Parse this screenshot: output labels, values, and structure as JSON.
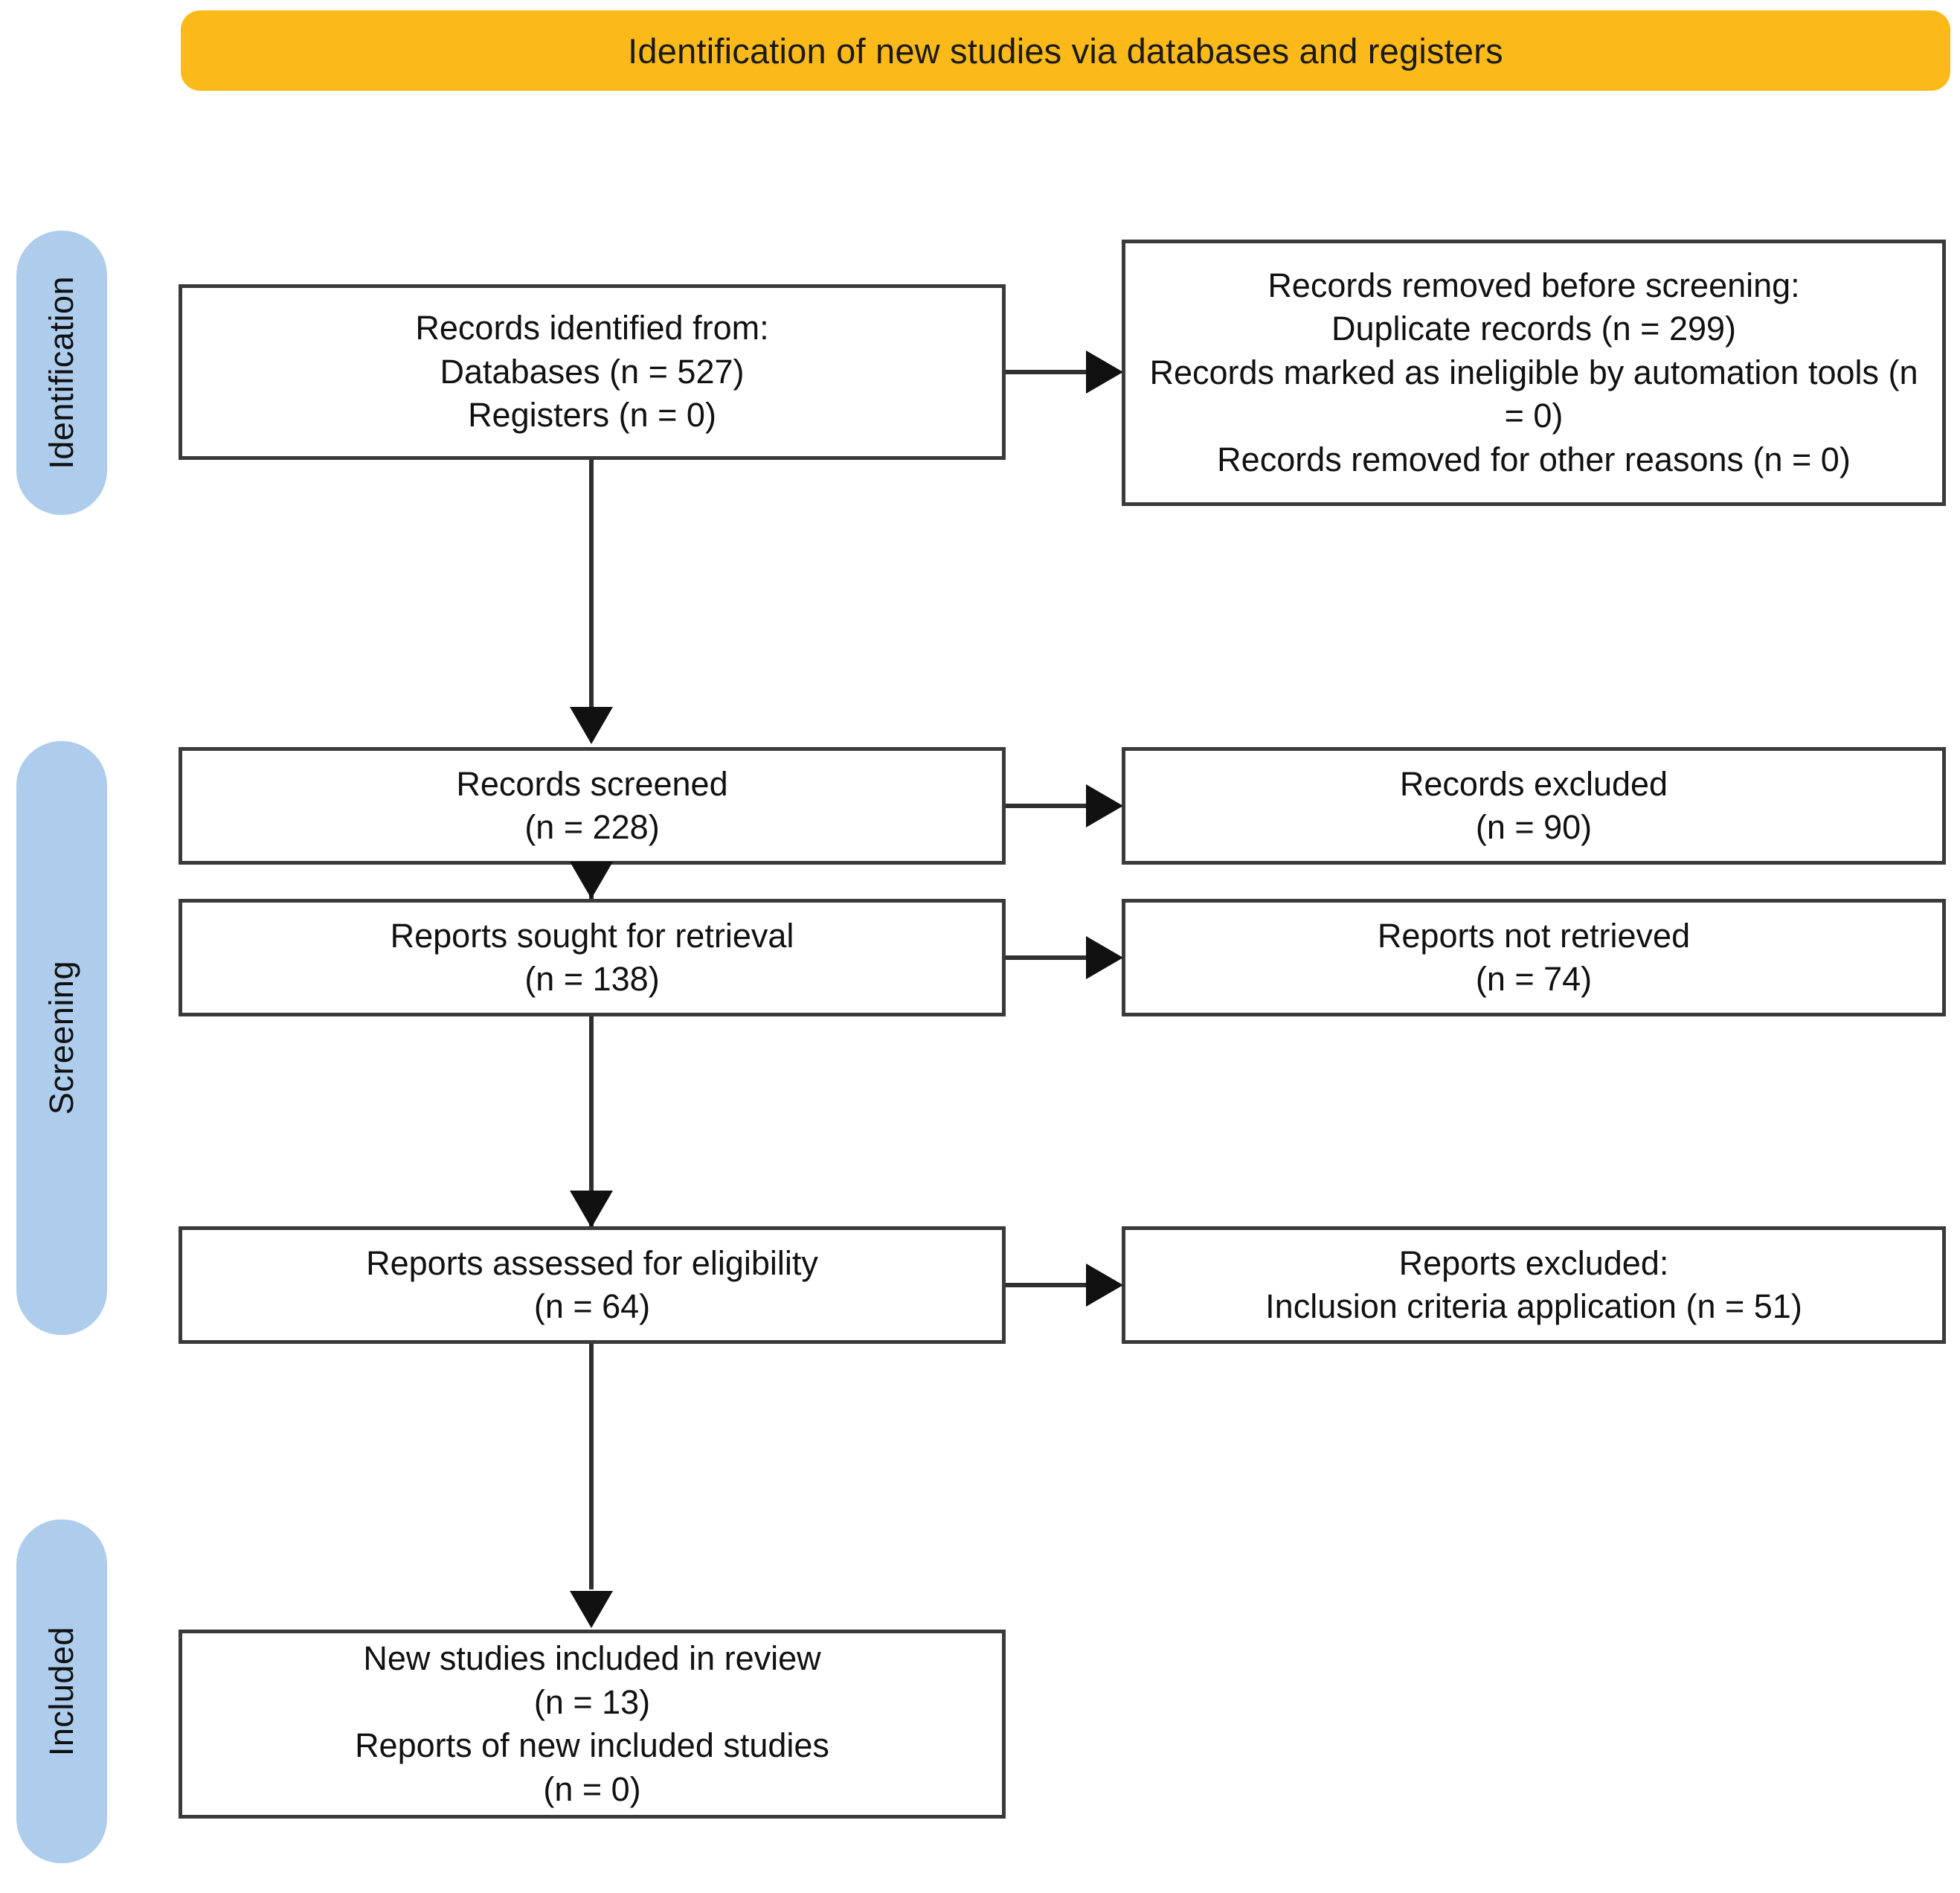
{
  "banner": {
    "title": "Identification of new studies via databases and registers",
    "color": "#FBBA1A"
  },
  "stages": {
    "color": "#AECDEC",
    "identification": "Identification",
    "screening": "Screening",
    "included": "Included"
  },
  "boxes": {
    "identified": {
      "line1": "Records identified from:",
      "line2": "Databases (n = 527)",
      "line3": "Registers (n = 0)"
    },
    "removed": {
      "line1": "Records removed before screening:",
      "line2": "Duplicate records (n = 299)",
      "line3": "Records marked as ineligible by automation tools (n = 0)",
      "line4": "Records removed for other reasons (n = 0)"
    },
    "screened": {
      "line1": "Records screened",
      "line2": "(n = 228)"
    },
    "records_excluded": {
      "line1": "Records excluded",
      "line2": "(n = 90)"
    },
    "sought": {
      "line1": "Reports sought for retrieval",
      "line2": "(n = 138)"
    },
    "not_retrieved": {
      "line1": "Reports not retrieved",
      "line2": "(n = 74)"
    },
    "assessed": {
      "line1": "Reports assessed for eligibility",
      "line2": "(n = 64)"
    },
    "reports_excluded": {
      "line1": "Reports excluded:",
      "line2": "Inclusion criteria application (n = 51)"
    },
    "included": {
      "line1": "New studies included in review",
      "line2": "(n = 13)",
      "line3": "Reports of new included studies",
      "line4": "(n = 0)"
    }
  },
  "chart_data": {
    "type": "diagram",
    "title": "Identification of new studies via databases and registers",
    "stages": [
      "Identification",
      "Screening",
      "Included"
    ],
    "nodes": [
      {
        "id": "identified",
        "stage": "Identification",
        "label": "Records identified from: Databases (n = 527); Registers (n = 0)",
        "values": {
          "Databases": 527,
          "Registers": 0
        }
      },
      {
        "id": "removed",
        "stage": "Identification",
        "label": "Records removed before screening",
        "values": {
          "Duplicate records": 299,
          "Records marked as ineligible by automation tools": 0,
          "Records removed for other reasons": 0
        }
      },
      {
        "id": "screened",
        "stage": "Screening",
        "label": "Records screened",
        "values": {
          "n": 228
        }
      },
      {
        "id": "records_excluded",
        "stage": "Screening",
        "label": "Records excluded",
        "values": {
          "n": 90
        }
      },
      {
        "id": "sought",
        "stage": "Screening",
        "label": "Reports sought for retrieval",
        "values": {
          "n": 138
        }
      },
      {
        "id": "not_retrieved",
        "stage": "Screening",
        "label": "Reports not retrieved",
        "values": {
          "n": 74
        }
      },
      {
        "id": "assessed",
        "stage": "Screening",
        "label": "Reports assessed for eligibility",
        "values": {
          "n": 64
        }
      },
      {
        "id": "reports_excluded",
        "stage": "Screening",
        "label": "Reports excluded: Inclusion criteria application",
        "values": {
          "n": 51
        }
      },
      {
        "id": "included",
        "stage": "Included",
        "label": "New studies included in review; Reports of new included studies",
        "values": {
          "New studies included in review": 13,
          "Reports of new included studies": 0
        }
      }
    ],
    "edges": [
      {
        "from": "identified",
        "to": "removed",
        "direction": "right"
      },
      {
        "from": "identified",
        "to": "screened",
        "direction": "down"
      },
      {
        "from": "screened",
        "to": "records_excluded",
        "direction": "right"
      },
      {
        "from": "screened",
        "to": "sought",
        "direction": "down"
      },
      {
        "from": "sought",
        "to": "not_retrieved",
        "direction": "right"
      },
      {
        "from": "sought",
        "to": "assessed",
        "direction": "down"
      },
      {
        "from": "assessed",
        "to": "reports_excluded",
        "direction": "right"
      },
      {
        "from": "assessed",
        "to": "included",
        "direction": "down"
      }
    ]
  }
}
